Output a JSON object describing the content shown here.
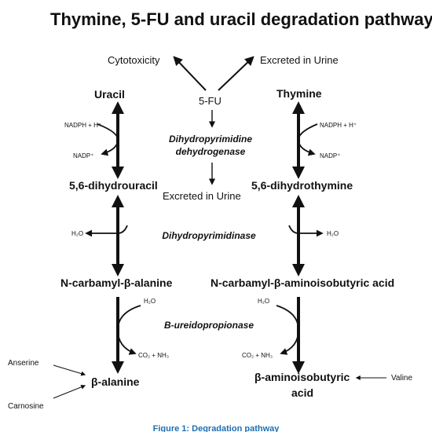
{
  "title": "Thymine, 5-FU and uracil degradation pathway",
  "caption": "Figure 1: Degradation pathway",
  "fu": {
    "drug": "5-FU",
    "cytotoxicity": "Cytotoxicity",
    "excreted_top": "Excreted in Urine",
    "excreted_mid": "Excreted in Urine"
  },
  "enzymes": {
    "dpd_line1": "Dihydropyrimidine",
    "dpd_line2": "dehydrogenase",
    "dhp": "Dihydropyrimidinase",
    "bup": "B-ureidopropionase"
  },
  "left": {
    "uracil": "Uracil",
    "dihydrouracil": "5,6-dihydrouracil",
    "carbamyl": "N-carbamyl-β-alanine",
    "alanine": "β-alanine",
    "anserine": "Anserine",
    "carnosine": "Carnosine"
  },
  "right": {
    "thymine": "Thymine",
    "dihydrothymine": "5,6-dihydrothymine",
    "carbamyl": "N-carbamyl-β-aminoisobutyric acid",
    "aiba_line1": "β-aminoisobutyric",
    "aiba_line2": "acid",
    "valine": "Valine"
  },
  "cofactors": {
    "nadph": "NADPH + H⁺",
    "nadp": "NADP⁺",
    "water": "H₂O",
    "co2nh3": "CO₂ + NH₃"
  }
}
